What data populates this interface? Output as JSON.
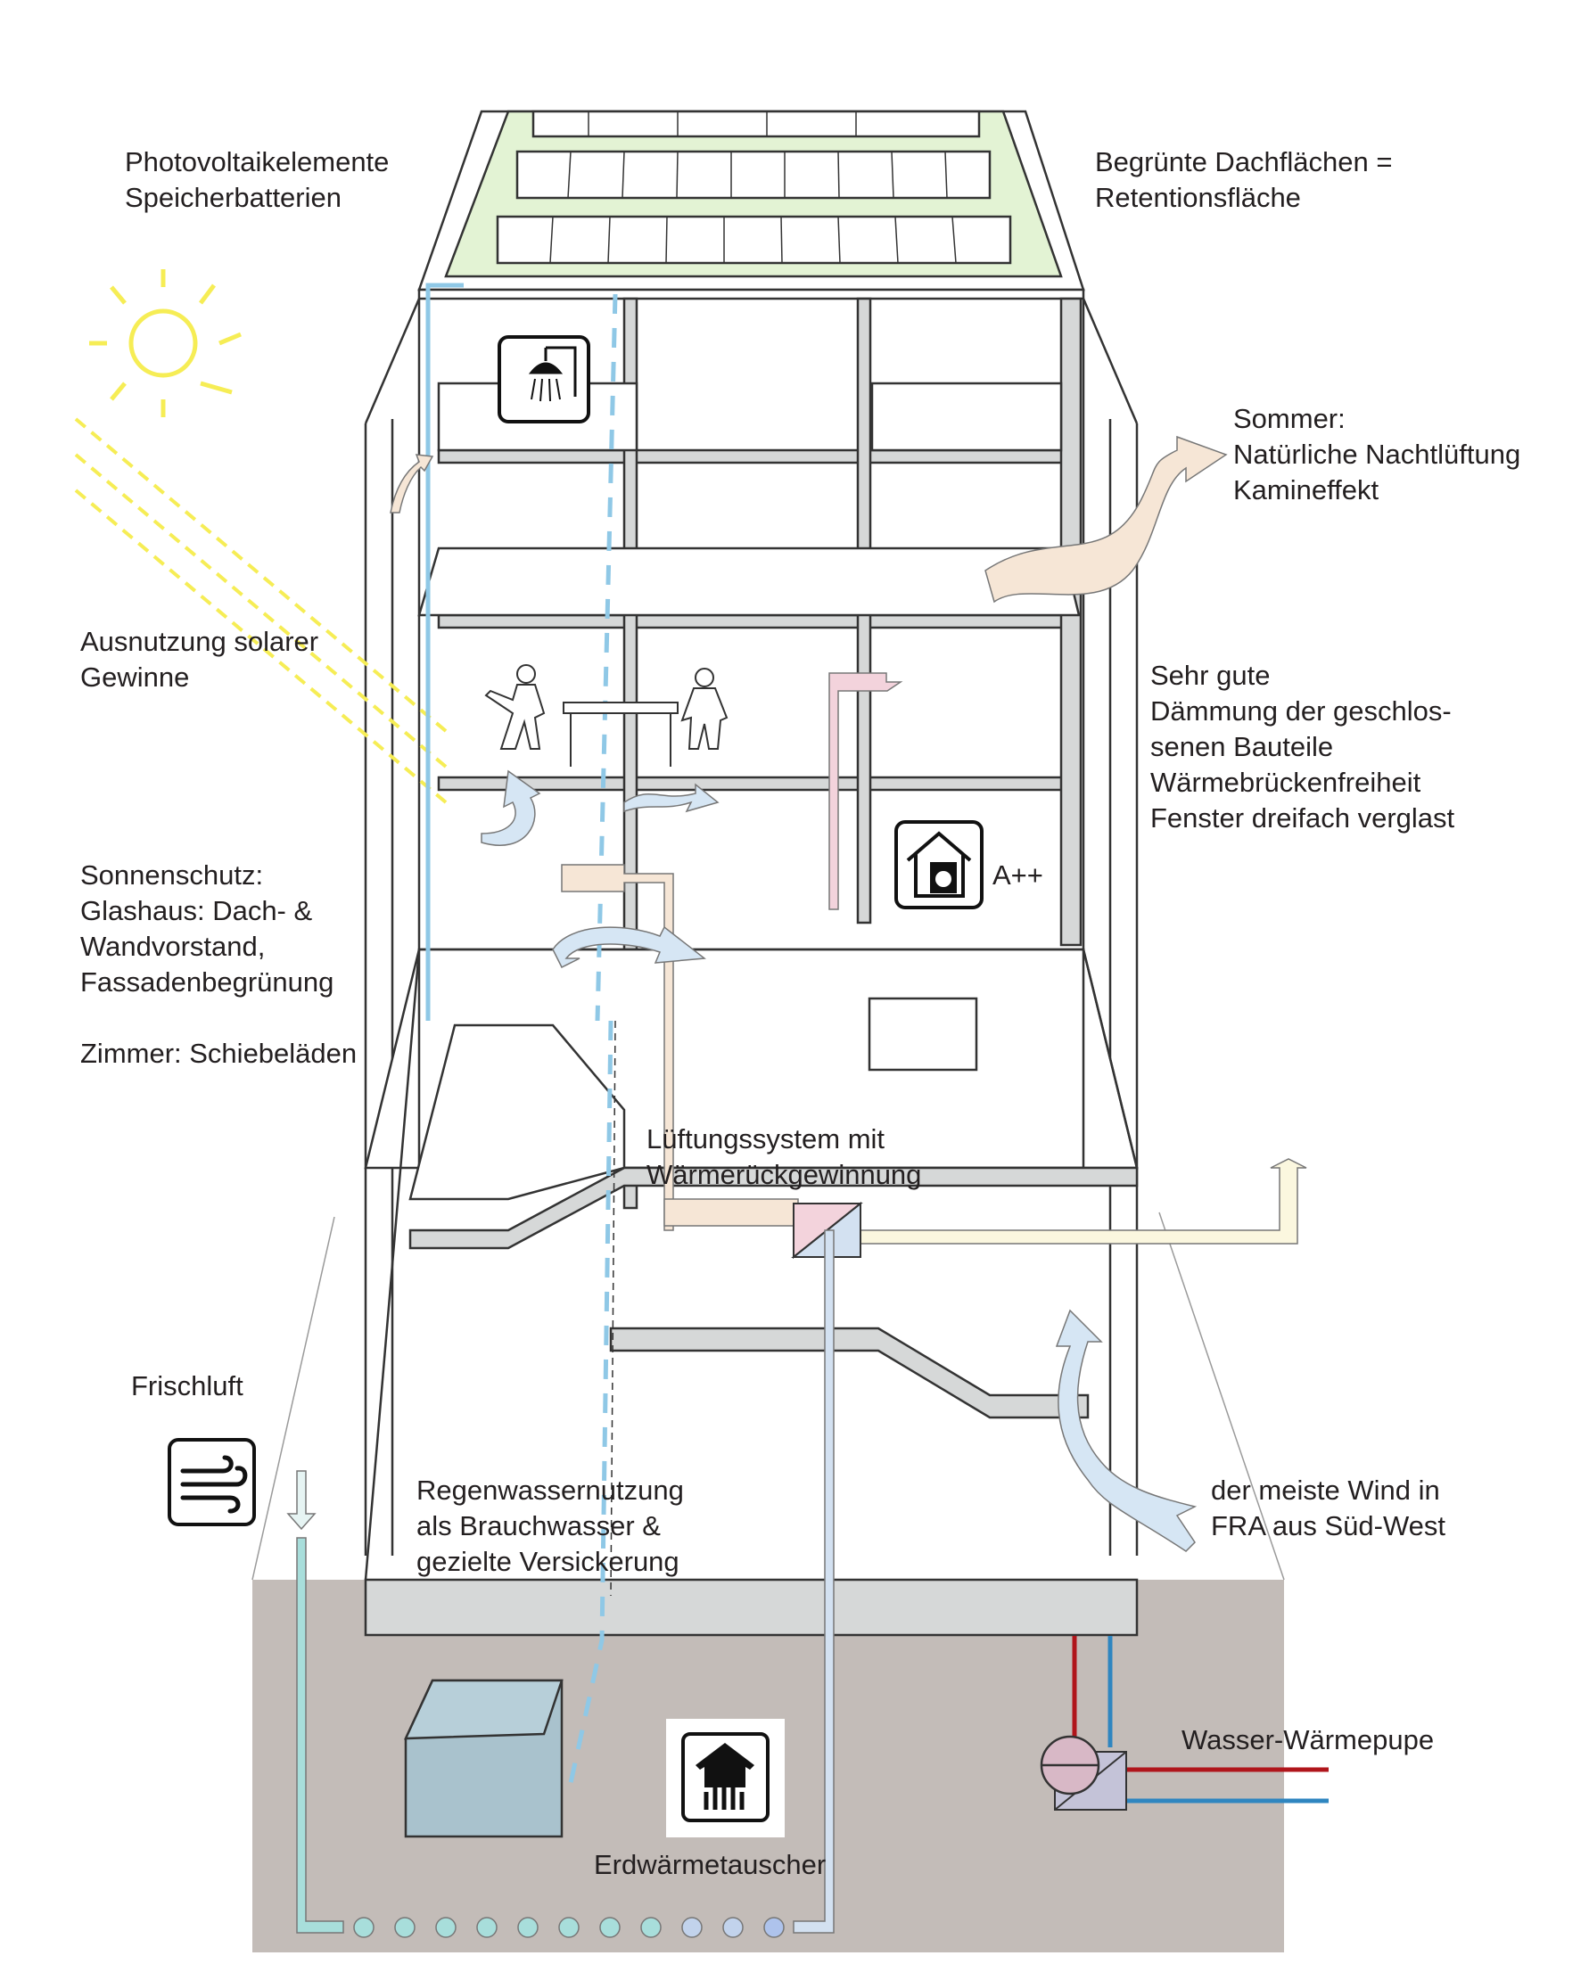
{
  "labels": {
    "photovoltaik": "Photovoltaikelemente\nSpeicherbatterien",
    "dach": "Begrünte Dachflächen =\nRetentionsfläche",
    "sommer": "Sommer:\nNatürliche Nachtlüftung\nKamineffekt",
    "solar": "Ausnutzung solarer\nGewinne",
    "daemmung": "Sehr gute\nDämmung der geschlos-\nsenen Bauteile\nWärmebrückenfreiheit\nFenster dreifach verglast",
    "rating": "A++",
    "sonnenschutz": "Sonnenschutz:\nGlashaus: Dach- &\nWandvorstand,\nFassadenbegrünung\n\nZimmer: Schiebeläden",
    "lueftung": "Lüftungssystem mit\nWärmerückgewinnung",
    "frischluft": "Frischluft",
    "regenwasser": "Regenwassernutzung\nals Brauchwasser &\ngezielte Versickerung",
    "wind": "der meiste Wind in\nFRA aus Süd-West",
    "waermepumpe": "Wasser-Wärmepupe",
    "erdwaerme": "Erdwärmetauscher"
  },
  "icons": {
    "shower": "shower-icon",
    "appliance": "washing-machine-house-icon",
    "wind": "wind-icon",
    "ground_heat": "ground-heat-house-icon",
    "sun": "sun-icon",
    "heat_pump": "heat-pump-symbol"
  },
  "colors": {
    "roof_green": "#e3f3d4",
    "water_blue": "#8fc8e6",
    "warm_air": "#f6e6d6",
    "pink_duct": "#f3d3dc",
    "exhaust_yellow": "#fbf7df",
    "sun_yellow": "#f6ed55",
    "ground": "#c3bcb8",
    "tank": "#a9c2cd",
    "fresh_air": "#a8dedb",
    "hot_line": "#b0151b",
    "cold_line": "#2f86c0",
    "structure_grey": "#d6d8d8"
  }
}
